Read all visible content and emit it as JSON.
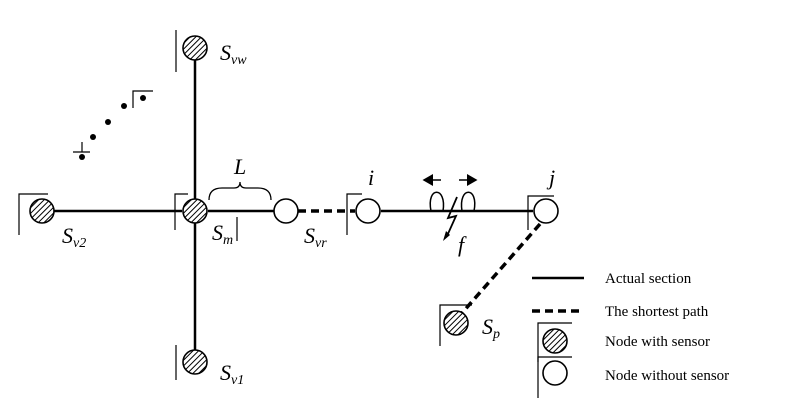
{
  "colors": {
    "line": "#000000",
    "background": "#ffffff"
  },
  "icons": {
    "sensor_node": "hatched-circle-icon",
    "plain_node": "open-circle-icon",
    "fault": "lightning-bolt-icon"
  },
  "labels": {
    "svw": {
      "base": "S",
      "sub": "vw"
    },
    "sv2": {
      "base": "S",
      "sub": "v2"
    },
    "sm": {
      "base": "S",
      "sub": "m"
    },
    "svr": {
      "base": "S",
      "sub": "vr"
    },
    "sv1": {
      "base": "S",
      "sub": "v1"
    },
    "sp": {
      "base": "S",
      "sub": "p"
    },
    "i": "i",
    "j": "j",
    "L": "L",
    "f": "f"
  },
  "legend": {
    "actual_section": "Actual section",
    "shortest_path": "The shortest path",
    "node_with_sensor": "Node with sensor",
    "node_without_sensor": "Node without sensor"
  }
}
